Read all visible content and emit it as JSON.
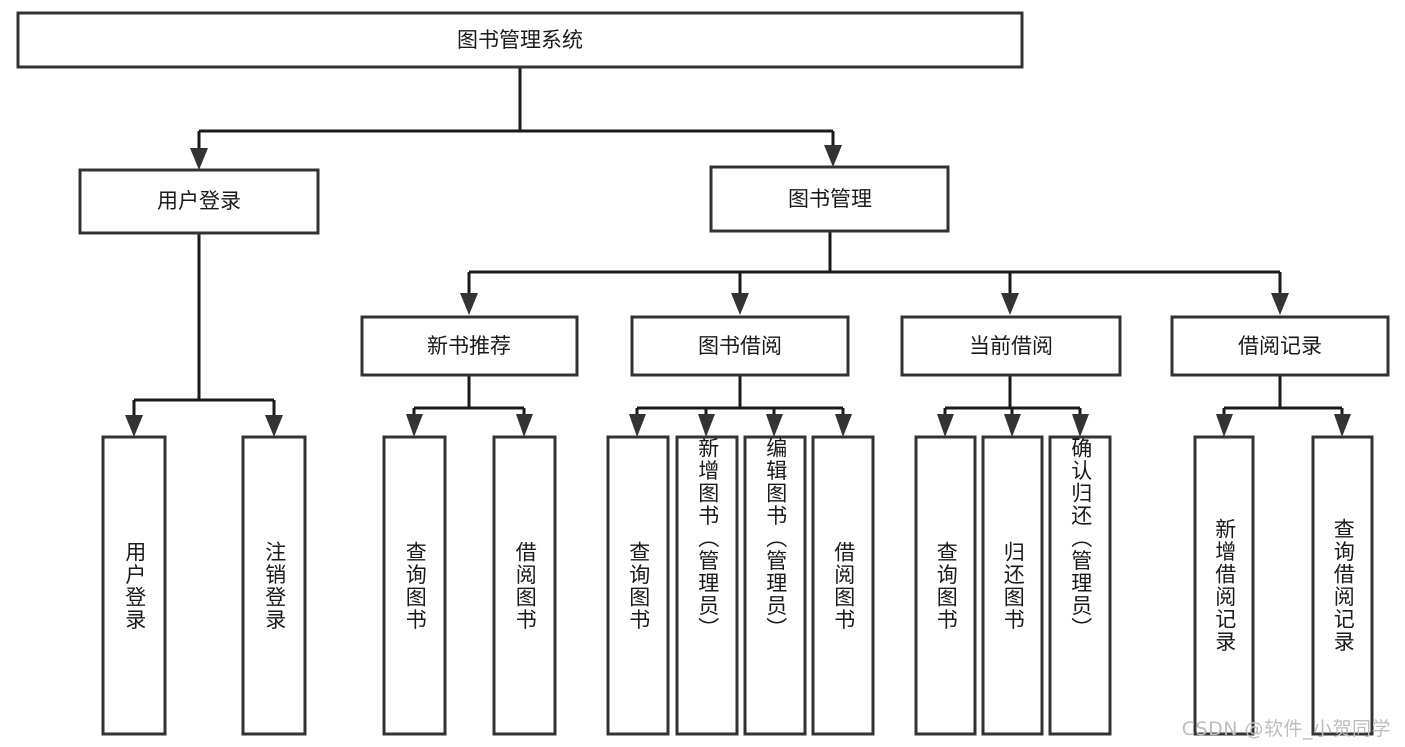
{
  "diagram": {
    "title_node": {
      "label": "图书管理系统"
    },
    "level2": [
      {
        "id": "user-login",
        "label": "用户登录"
      },
      {
        "id": "book-management",
        "label": "图书管理"
      }
    ],
    "level3": [
      {
        "id": "new-book-recommend",
        "label": "新书推荐"
      },
      {
        "id": "book-borrow",
        "label": "图书借阅"
      },
      {
        "id": "current-borrow",
        "label": "当前借阅"
      },
      {
        "id": "borrow-record",
        "label": "借阅记录"
      }
    ],
    "leaves": {
      "user-login": [
        {
          "id": "leaf-user-login",
          "label": "用户登录"
        },
        {
          "id": "leaf-logout-login",
          "label": "注销登录"
        }
      ],
      "new-book-recommend": [
        {
          "id": "leaf-query-book-1",
          "label": "查询图书"
        },
        {
          "id": "leaf-borrow-book-1",
          "label": "借阅图书"
        }
      ],
      "book-borrow": [
        {
          "id": "leaf-query-book-2",
          "label": "查询图书"
        },
        {
          "id": "leaf-add-book-admin",
          "label": "新增图书（管理员）"
        },
        {
          "id": "leaf-edit-book-admin",
          "label": "编辑图书（管理员）"
        },
        {
          "id": "leaf-borrow-book-2",
          "label": "借阅图书"
        }
      ],
      "current-borrow": [
        {
          "id": "leaf-query-book-3",
          "label": "查询图书"
        },
        {
          "id": "leaf-return-book",
          "label": "归还图书"
        },
        {
          "id": "leaf-confirm-return-admin",
          "label": "确认归还（管理员）"
        }
      ],
      "borrow-record": [
        {
          "id": "leaf-add-borrow-record",
          "label": "新增借阅记录"
        },
        {
          "id": "leaf-query-borrow-record",
          "label": "查询借阅记录"
        }
      ]
    }
  },
  "watermark": {
    "text": "CSDN @软件_小贺同学"
  },
  "colors": {
    "box_stroke": "#333333",
    "connector": "#1a1a1a",
    "box_fill": "#ffffff",
    "text": "#1a1a1a",
    "watermark": "#bdbdbd"
  }
}
